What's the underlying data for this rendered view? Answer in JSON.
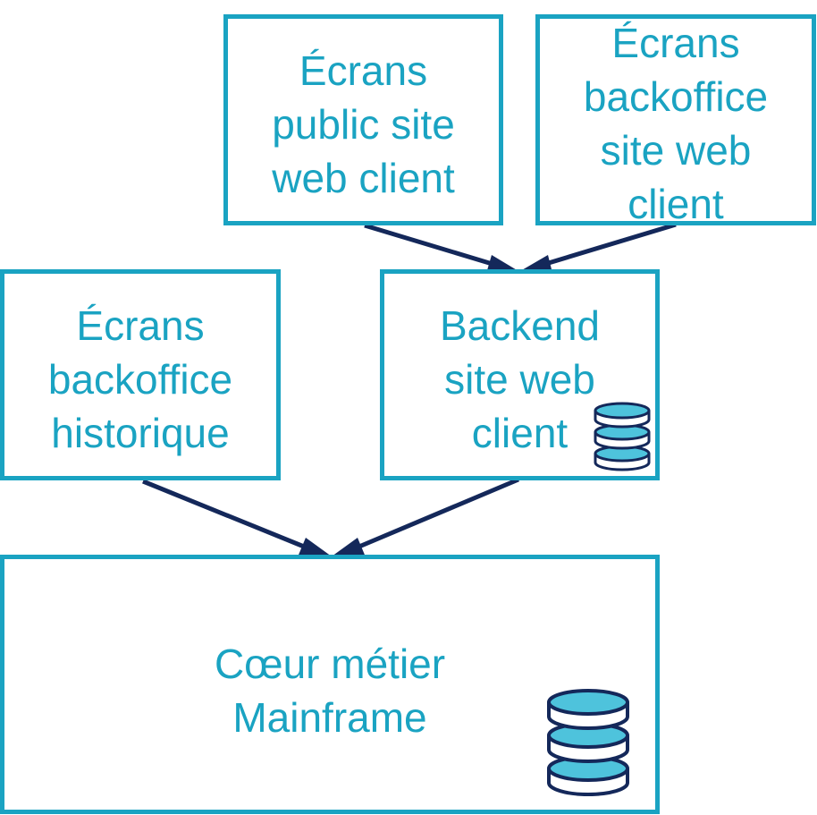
{
  "nodes": {
    "public_screens": {
      "label": "Écrans\npublic site\nweb client"
    },
    "backoffice_screens": {
      "label": "Écrans\nbackoffice\nsite web\nclient"
    },
    "historic_backoffice": {
      "label": "Écrans\nbackoffice\nhistorique"
    },
    "backend": {
      "label": "Backend\nsite web\nclient"
    },
    "core": {
      "label": "Cœur métier\nMainframe"
    }
  },
  "colors": {
    "box_border": "#1aa3c2",
    "text": "#1aa3c2",
    "arrow": "#14285a",
    "db_fill": "#4ec3dc",
    "db_stroke": "#14285a"
  },
  "icons": {
    "backend_storage": "database-icon",
    "core_storage": "database-icon"
  }
}
